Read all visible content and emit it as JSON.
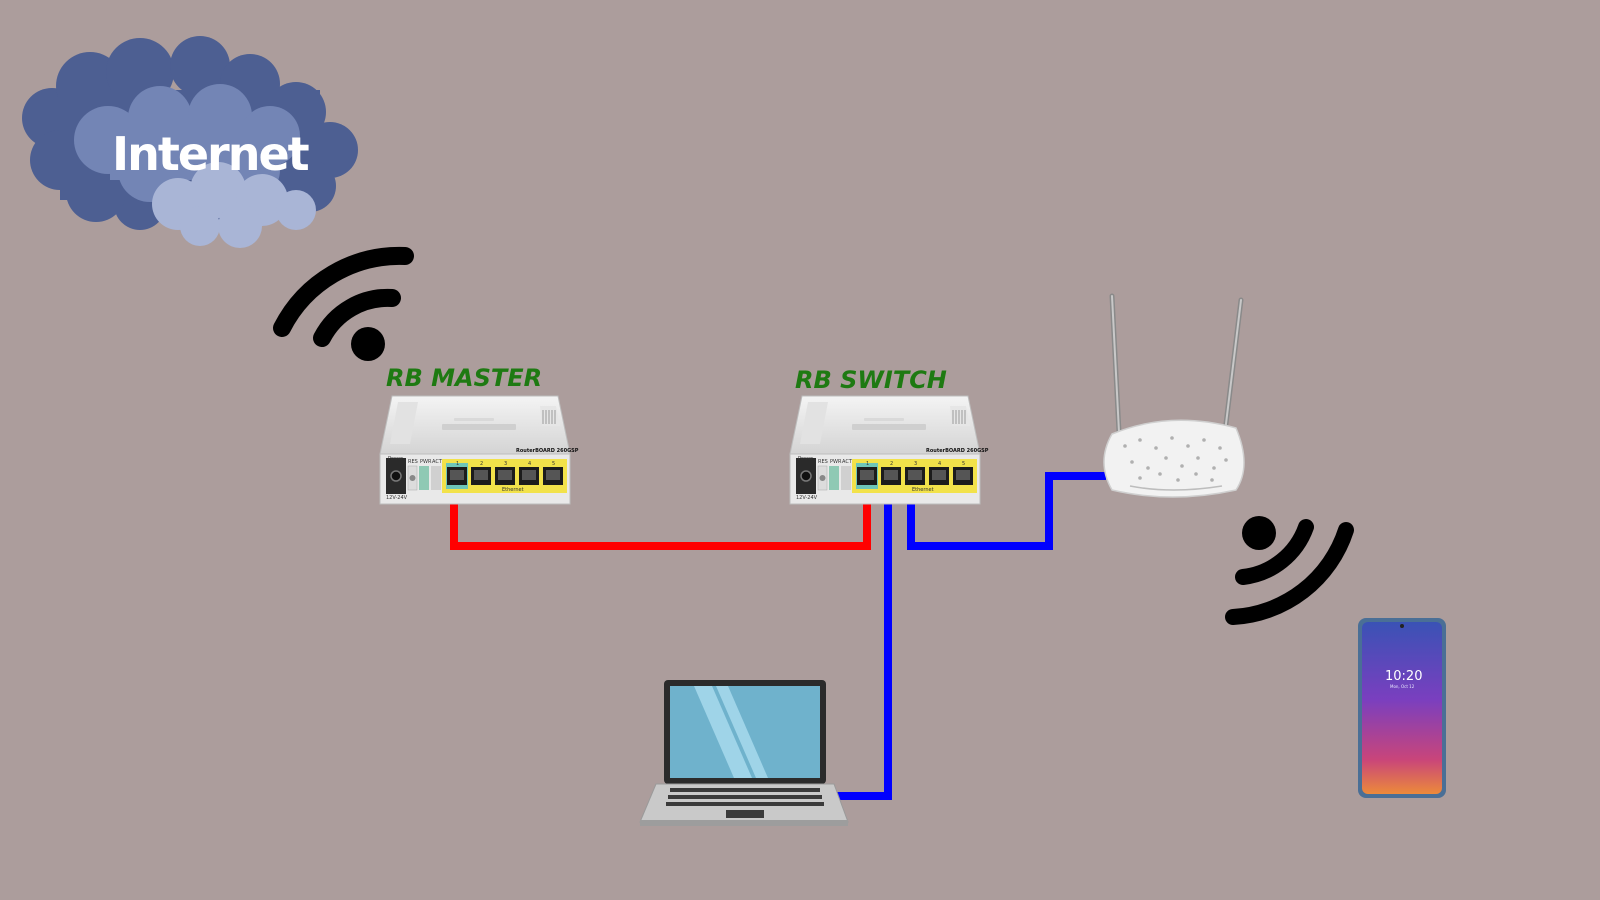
{
  "cloud": {
    "label": "Internet"
  },
  "routers": [
    {
      "label": "RB MASTER",
      "model": "RouterBOARD 260GSP",
      "power_label": "Power",
      "power_rating": "12V-24V",
      "leds": [
        "RES",
        "PWR",
        "ACT"
      ],
      "ports": [
        "1",
        "2",
        "3",
        "4",
        "5"
      ],
      "poe_label": "Ethernet"
    },
    {
      "label": "RB SWITCH",
      "model": "RouterBOARD 260GSP",
      "power_label": "Power",
      "power_rating": "12V-24V",
      "leds": [
        "RES",
        "PWR",
        "ACT"
      ],
      "ports": [
        "1",
        "2",
        "3",
        "4",
        "5"
      ],
      "poe_label": "Ethernet"
    }
  ],
  "phone": {
    "time": "10:20",
    "date": "Mon, Oct 12"
  },
  "colors": {
    "background": "#ac9d9c",
    "label": "#1e7a12",
    "red_cable": "#ff0000",
    "blue_cable": "#0000ff",
    "cloud_dark": "#4d5f92",
    "cloud_light": "#a9b5d6"
  },
  "icons": [
    "internet-cloud-icon",
    "wifi-signal-icon",
    "router-icon",
    "wireless-access-point-icon",
    "laptop-icon",
    "smartphone-icon"
  ]
}
